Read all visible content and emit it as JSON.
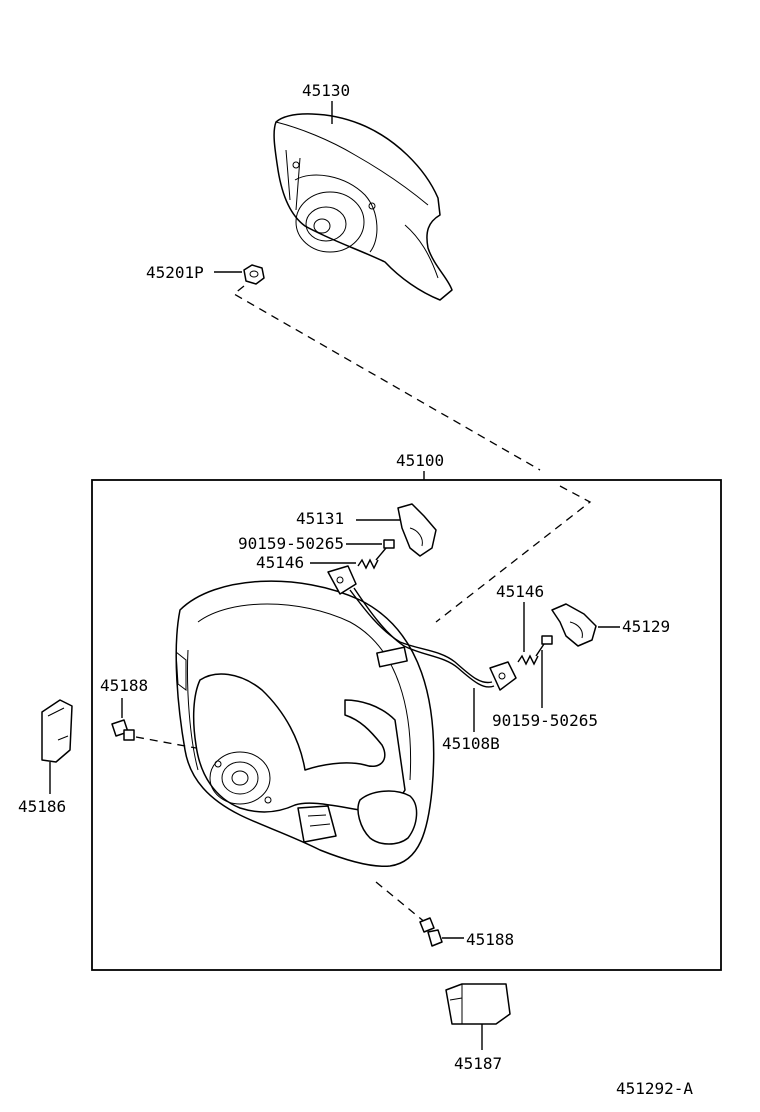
{
  "diagram": {
    "callouts": {
      "p45130": "45130",
      "p45201P": "45201P",
      "p45100": "45100",
      "p45131": "45131",
      "p90159_top": "90159-50265",
      "p45146_left": "45146",
      "p45146_right": "45146",
      "p45129": "45129",
      "p45188_left": "45188",
      "p45108B": "45108B",
      "p90159_bottom": "90159-50265",
      "p45186": "45186",
      "p45188_bottom": "45188",
      "p45187": "45187"
    },
    "drawing_number": "451292-A"
  }
}
